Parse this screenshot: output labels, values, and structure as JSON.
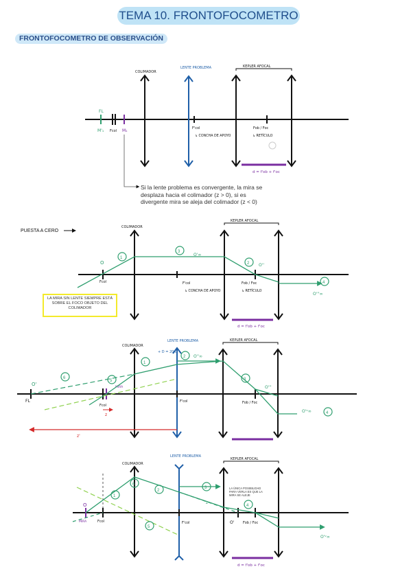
{
  "header": {
    "title": "TEMA 10. FRONTOFOCOMETRO"
  },
  "section": {
    "subtitle": "FRONTOFOCOMETRO DE OBSERVACIÓN"
  },
  "diagram1": {
    "colimador": "COLIMADOR",
    "lente_problema": "LENTE PROBLEMA",
    "kepler": "KEPLER AFOCAL",
    "fl": "FL",
    "m1": "M'₁",
    "fcol": "Fcol",
    "m1b": "M₁",
    "f_col_prime": "F'col",
    "concha": "↳ CONCHA DE APOYO",
    "fob_foc": "Fob / Foc",
    "reticulo": "↳ RETÍCULO",
    "d_formula": "d = f'ob + f'oc",
    "note": "Si la lente problema es convergente, la mira se desplaza hacia el colimador (z > 0), si es divergente mira se aleja del colimador (z < 0)"
  },
  "diagram2": {
    "puesta": "PUESTA A CERO",
    "colimador": "COLIMADOR",
    "kepler": "KEPLER AFOCAL",
    "o": "O",
    "o_inf": "O'∞",
    "o2": "O''",
    "o3": "O'''∞",
    "fcol": "Fcol",
    "f_col_prime": "F'col",
    "concha": "↳ CONCHA DE APOYO",
    "fob_foc": "Fob / Foc",
    "reticulo": "↳ RETÍCULO",
    "d_formula": "d = f'ob + f'oc",
    "box": "LA MIRA SIN LENTE SIEMPRE ESTÁ SOBRE EL FOCO OBJETO DEL COLIMADOR",
    "n1": "1",
    "n2": "2",
    "n3": "3",
    "n4": "4"
  },
  "diagram3": {
    "colimador": "COLIMADOR",
    "lente_problema": "LENTE PROBLEMA",
    "kepler": "KEPLER AFOCAL",
    "dz": "+ D = 20 D",
    "o_prime": "O'",
    "fl": "FL",
    "fcol": "Fcol",
    "mira": "MIRA",
    "z": "z",
    "z_prime": "z'",
    "o_inf": "O''∞",
    "o_third": "O'''",
    "o_iv": "O'ᵛ∞",
    "f_col_prime": "F'col",
    "fob_foc": "Fob / Foc",
    "n1": "1",
    "n2": "2",
    "n3": "3",
    "n4": "4",
    "n5": "5",
    "n6": "6"
  },
  "diagram4": {
    "colimador": "COLIMADOR",
    "lente_problema": "LENTE PROBLEMA",
    "kepler": "KEPLER AFOCAL",
    "o": "O",
    "mira": "MIRA",
    "fcol": "Fcol",
    "f_col_prime": "F'col",
    "o_prime": "O'",
    "fob_foc": "Fob / Foc",
    "o_iv": "O'ᵛ∞",
    "z": "z",
    "d_formula": "d = f'ob + f'oc",
    "small_note": "LA ÚNICA POSIBILIDAD PARA VERLA ES QUE LA MIRA SE ALEJE",
    "n1": "1",
    "n2": "2",
    "n3": "3",
    "n4": "4",
    "n5": "5",
    "n6": "6"
  },
  "colors": {
    "black": "#111111",
    "blue": "#1f5fa8",
    "green": "#2e9e6e",
    "purple": "#7a2ea0",
    "red": "#d42a2a",
    "lightgreen": "#8fd14f",
    "yellow": "#f3ea2a"
  }
}
